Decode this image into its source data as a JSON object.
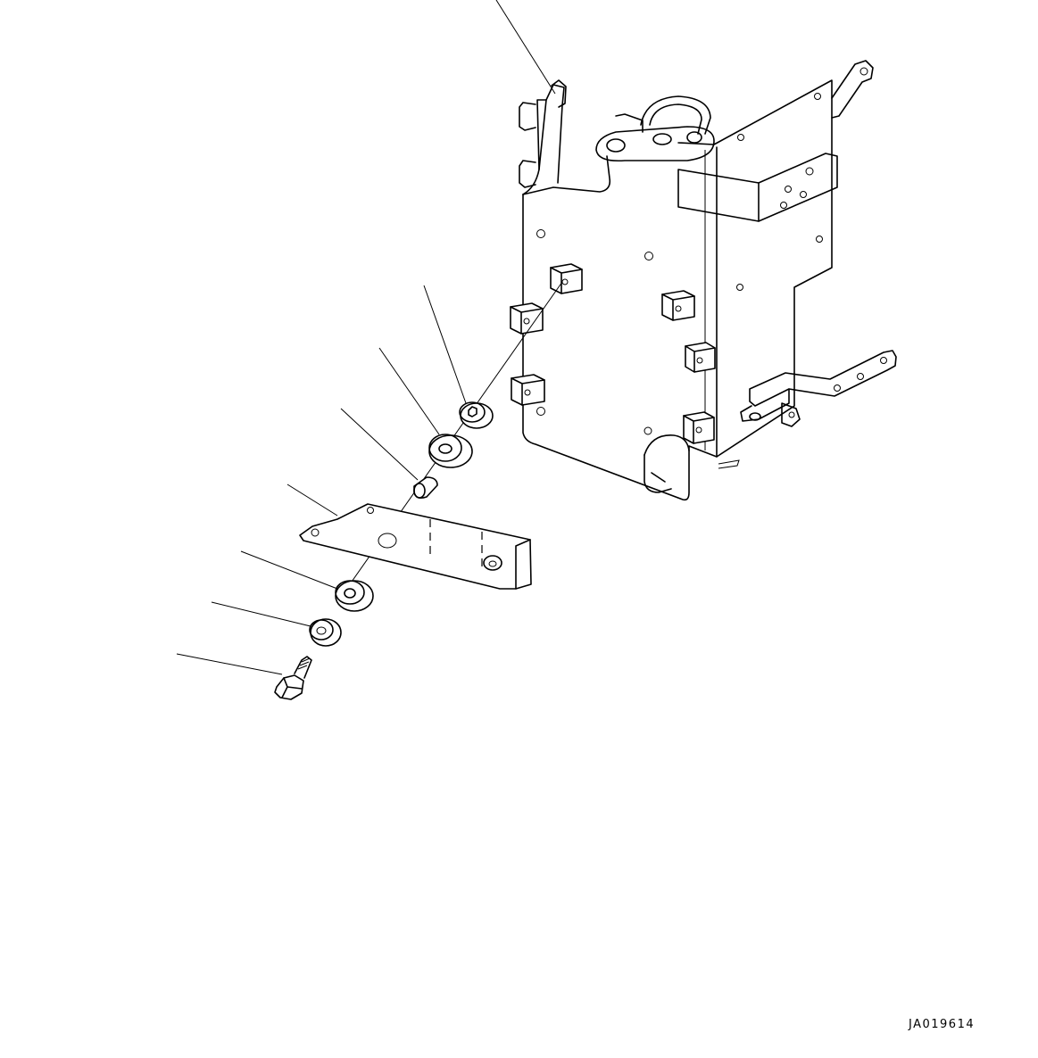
{
  "drawing": {
    "code": "JA019614",
    "parts": [
      "main-bracket-plate",
      "rubber-mount-small",
      "rubber-mount-large-upper",
      "collar-sleeve",
      "support-bracket",
      "rubber-mount-large-lower",
      "washer",
      "bolt"
    ],
    "callout_count": 8
  }
}
